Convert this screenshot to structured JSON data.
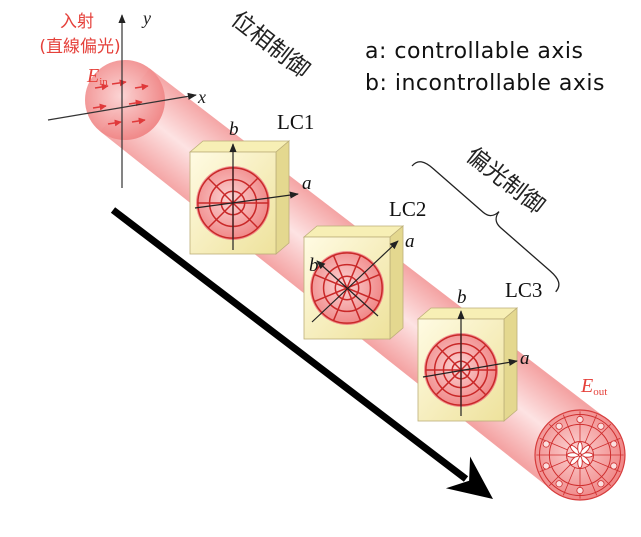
{
  "input": {
    "label": "入射",
    "sublabel": "(直線偏光)",
    "field_symbol": "E",
    "field_subscript": "in"
  },
  "axes": {
    "x": "x",
    "y": "y"
  },
  "phase_control_label": "位相制御",
  "polarization_control_label": "偏光制御",
  "legend": {
    "a": "a: controllable axis",
    "b": "b: incontrollable axis"
  },
  "cells": [
    {
      "label": "LC1",
      "axis_a": "a",
      "axis_b": "b"
    },
    {
      "label": "LC2",
      "axis_a": "a",
      "axis_b": "b"
    },
    {
      "label": "LC3",
      "axis_a": "a",
      "axis_b": "b"
    }
  ],
  "output": {
    "field_symbol": "E",
    "field_subscript": "out"
  },
  "colors": {
    "label_red": "#e5413b",
    "beam_pink": "#f4a3a3",
    "plate_yellow": "#f7efb5",
    "arrow": "#000000"
  }
}
